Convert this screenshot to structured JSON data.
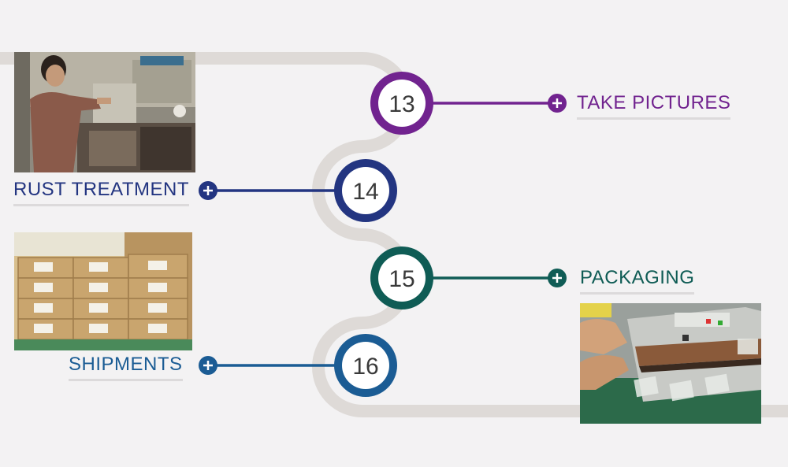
{
  "steps": [
    {
      "number": "13",
      "label": "TAKE PICTURES",
      "color": "#71238f"
    },
    {
      "number": "14",
      "label": "RUST TREATMENT",
      "color": "#233581"
    },
    {
      "number": "15",
      "label": "PACKAGING",
      "color": "#0f5c55"
    },
    {
      "number": "16",
      "label": "SHIPMENTS",
      "color": "#1b5c94"
    }
  ],
  "photos": [
    {
      "icon": "worker-at-machine-photo"
    },
    {
      "icon": "stacked-cardboard-boxes-photo"
    },
    {
      "icon": "bag-sealing-machine-photo"
    }
  ],
  "colors": {
    "track": "#dedad7",
    "background": "#f3f2f3"
  }
}
